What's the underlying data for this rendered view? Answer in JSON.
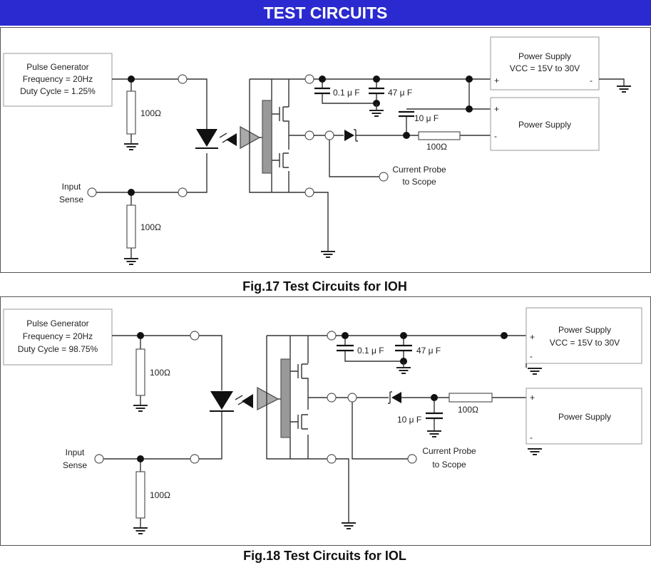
{
  "header": {
    "title": "TEST CIRCUITS"
  },
  "fig17": {
    "caption": "Fig.17 Test Circuits for IOH",
    "pulse_generator": [
      "Pulse Generator",
      "Frequency = 20Hz",
      "Duty Cycle = 1.25%"
    ],
    "input_sense": [
      "Input",
      "Sense"
    ],
    "resistor_top": "100Ω",
    "resistor_bottom": "100Ω",
    "cap_0_1": "0.1 μ F",
    "cap_47": "47 μ F",
    "cap_10": "10 μ F",
    "resistor_series": "100Ω",
    "current_probe": [
      "Current Probe",
      "to Scope"
    ],
    "power_supply_1": [
      "Power Supply",
      "VCC = 15V to 30V"
    ],
    "power_supply_2": [
      "Power Supply"
    ],
    "plus": "+",
    "minus": "-"
  },
  "fig18": {
    "caption": "Fig.18 Test Circuits for IOL",
    "pulse_generator": [
      "Pulse Generator",
      "Frequency = 20Hz",
      "Duty Cycle = 98.75%"
    ],
    "input_sense": [
      "Input",
      "Sense"
    ],
    "resistor_top": "100Ω",
    "resistor_bottom": "100Ω",
    "cap_0_1": "0.1 μ F",
    "cap_47": "47 μ F",
    "cap_10": "10 μ F",
    "resistor_series": "100Ω",
    "current_probe": [
      "Current Probe",
      "to Scope"
    ],
    "power_supply_1": [
      "Power Supply",
      "VCC = 15V to 30V"
    ],
    "power_supply_2": [
      "Power Supply"
    ],
    "plus": "+",
    "minus": "-"
  }
}
